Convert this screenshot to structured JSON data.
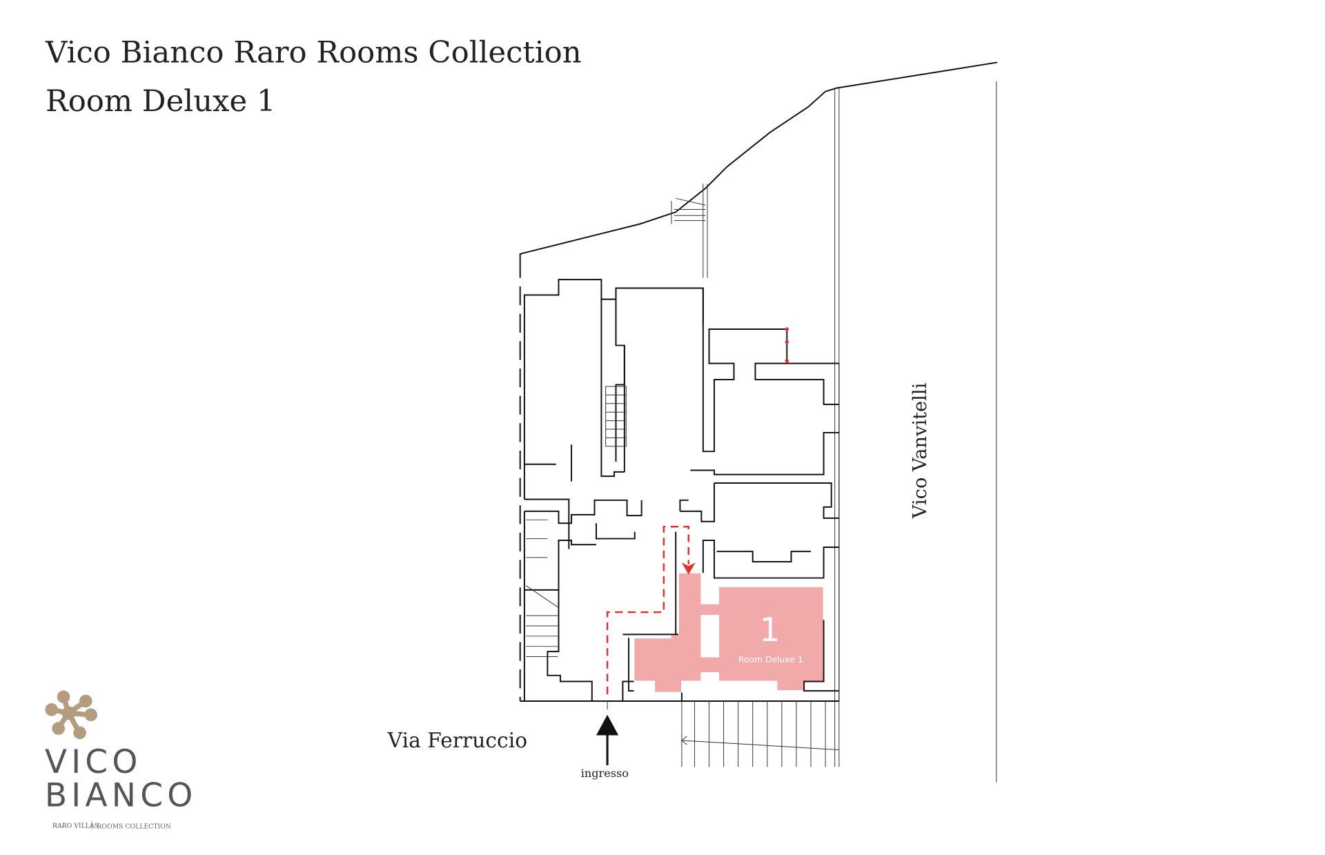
{
  "header": {
    "title": "Vico Bianco Raro Rooms Collection",
    "subtitle": "Room Deluxe 1"
  },
  "plan": {
    "room_number": "1",
    "room_label": "Room Deluxe 1",
    "street_east": "Vico Vanvitelli",
    "street_south": "Via Ferruccio",
    "entrance_label": "ingresso",
    "room_fill_color": "#f2a9a9",
    "path_color": "#e03030"
  },
  "logo": {
    "line1": "VICO",
    "line2": "BIANCO",
    "brand": "RARO VILLAS",
    "collection": "ROOMS COLLECTION",
    "mark_color": "#b49c80",
    "text_color": "#555555"
  }
}
